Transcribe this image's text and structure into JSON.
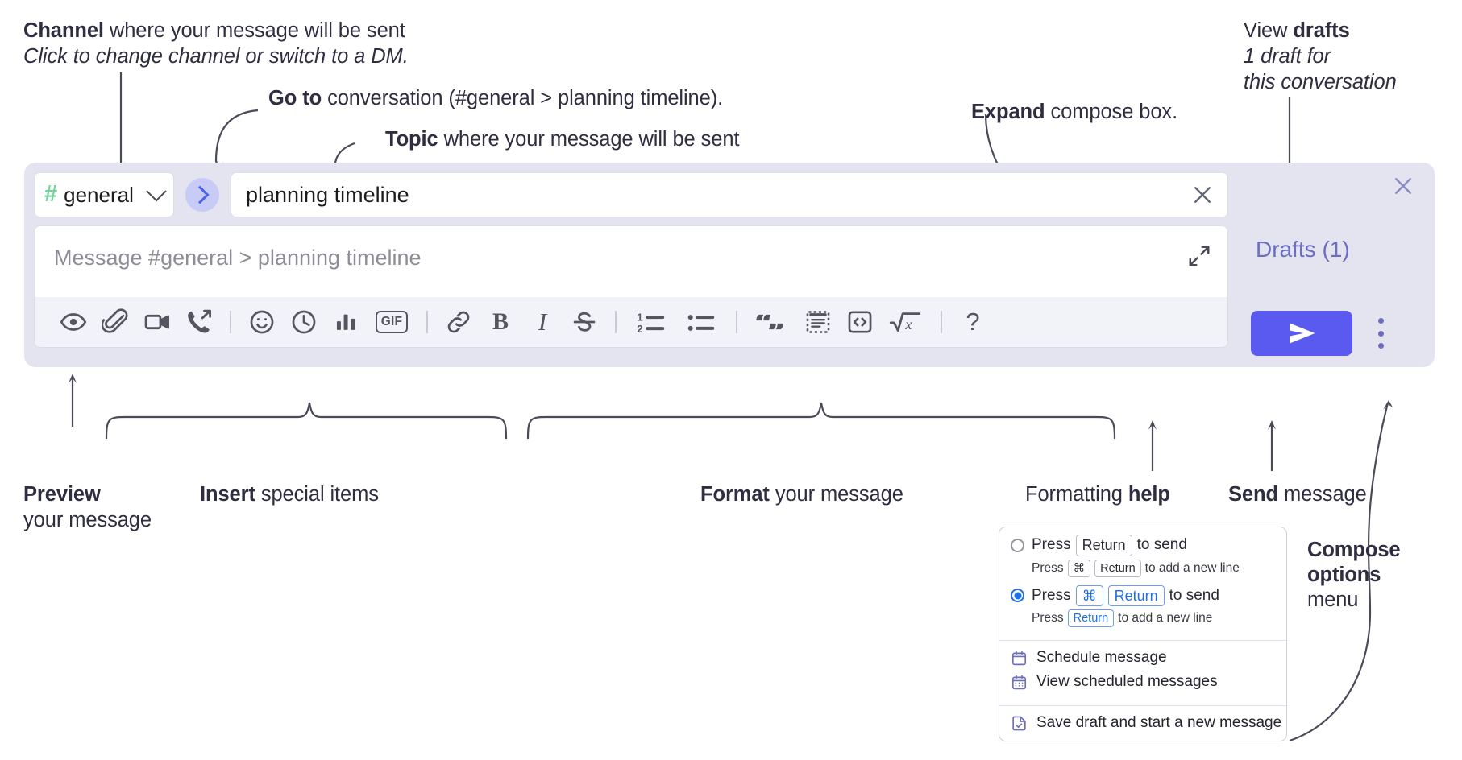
{
  "annotations": {
    "channel": {
      "bold": "Channel",
      "rest": " where your message will be sent",
      "sub": "Click to change channel or switch to a DM."
    },
    "goto": {
      "bold": "Go to",
      "rest": " conversation (#general > planning timeline)."
    },
    "topic": {
      "bold": "Topic",
      "rest": " where your message will be sent"
    },
    "expand": {
      "bold": "Expand",
      "rest": " compose box."
    },
    "drafts": {
      "lead": "View ",
      "bold": "drafts",
      "sub1": "1 draft for",
      "sub2": "this conversation"
    },
    "preview": {
      "bold": "Preview",
      "sub": "your message"
    },
    "insert": {
      "bold": "Insert",
      "rest": " special items"
    },
    "format": {
      "bold": "Format",
      "rest": " your message"
    },
    "help": {
      "lead": "Formatting ",
      "bold": "help"
    },
    "send": {
      "bold": "Send",
      "rest": " message"
    },
    "compose_options": {
      "bold1": "Compose",
      "bold2": "options",
      "rest": "menu"
    }
  },
  "compose": {
    "channel_name": "general",
    "hash_symbol": "#",
    "topic_value": "planning timeline",
    "message_placeholder": "Message #general > planning timeline",
    "drafts_label": "Drafts (1)",
    "gif_label": "GIF",
    "bold_label": "B",
    "italic_label": "I",
    "help_label": "?",
    "toolbar_icons": [
      "eye-icon",
      "paperclip-icon",
      "video-camera-icon",
      "phone-forward-icon",
      "emoji-icon",
      "clock-icon",
      "poll-icon",
      "gif-icon",
      "link-icon",
      "bold-icon",
      "italic-icon",
      "strikethrough-icon",
      "ordered-list-icon",
      "bullet-list-icon",
      "blockquote-icon",
      "code-block-icon",
      "inline-code-icon",
      "math-icon",
      "help-icon"
    ]
  },
  "menu": {
    "option1": {
      "press": "Press",
      "key": "Return",
      "to_send": "to send",
      "sub_press": "Press",
      "sub_key1": "⌘",
      "sub_key2": "Return",
      "sub_rest": "to add a new line",
      "selected": false
    },
    "option2": {
      "press": "Press",
      "key1": "⌘",
      "key2": "Return",
      "to_send": "to send",
      "sub_press": "Press",
      "sub_key": "Return",
      "sub_rest": "to add a new line",
      "selected": true
    },
    "items": [
      {
        "label": "Schedule message",
        "icon": "calendar-icon"
      },
      {
        "label": "View scheduled messages",
        "icon": "calendar-grid-icon"
      },
      {
        "label": "Save draft and start a new message",
        "icon": "file-check-icon"
      }
    ]
  },
  "colors": {
    "panel_bg": "#e3e4ef",
    "send_button": "#5a5af0",
    "hash_green": "#6fd39a",
    "goto_circle": "#c7cbf5",
    "goto_arrow": "#4a63e7",
    "drafts_text": "#6d6ec0",
    "radio_blue": "#1f6feb",
    "menu_icon": "#6d6ec0"
  }
}
